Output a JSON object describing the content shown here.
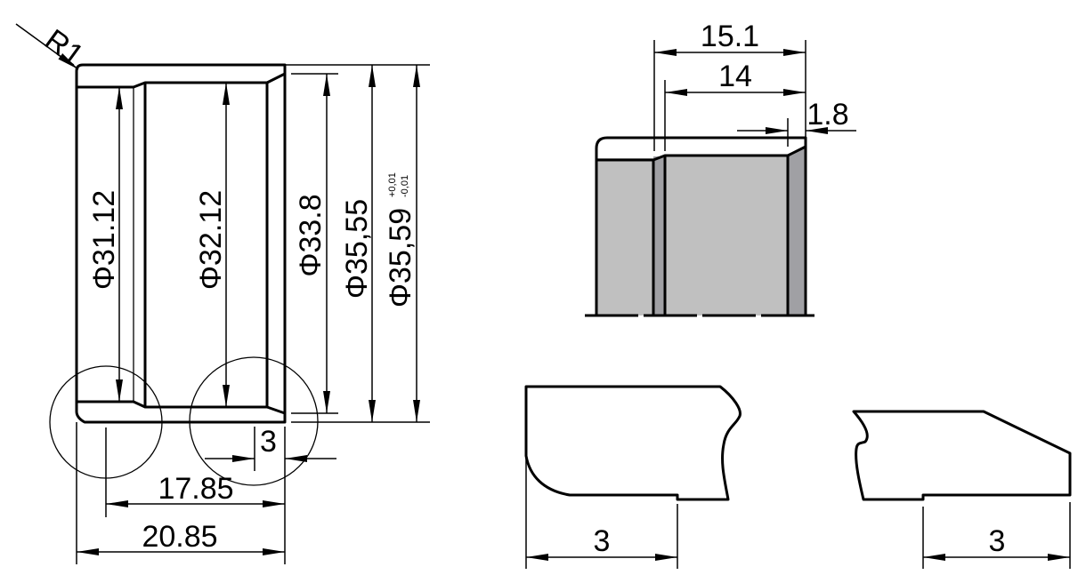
{
  "drawing": {
    "main_section": {
      "radius_label": "R1",
      "diameters": [
        "Φ31.12",
        "Φ32.12",
        "Φ33.8",
        "Φ35,55",
        "Φ35,59"
      ],
      "tolerance_upper": "+0,01",
      "tolerance_lower": "-0,01",
      "groove_width": "3",
      "length_inner": "17.85",
      "length_total": "20.85"
    },
    "shaded_view": {
      "dim_a": "15.1",
      "dim_b": "14",
      "dim_c": "1.8"
    },
    "detail_left": {
      "dim": "3"
    },
    "detail_right": {
      "dim": "3"
    },
    "colors": {
      "fill_light": "#c0c0c0",
      "fill_dark": "#a0a0a4",
      "line": "#000000"
    }
  }
}
